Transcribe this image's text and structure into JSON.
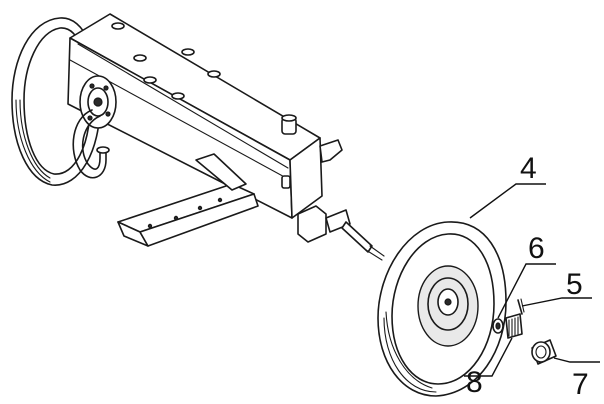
{
  "diagram": {
    "callouts": [
      {
        "id": "c4",
        "label": "4"
      },
      {
        "id": "c6",
        "label": "6"
      },
      {
        "id": "c5",
        "label": "5"
      },
      {
        "id": "c8",
        "label": "8"
      },
      {
        "id": "c7",
        "label": "7"
      }
    ]
  }
}
